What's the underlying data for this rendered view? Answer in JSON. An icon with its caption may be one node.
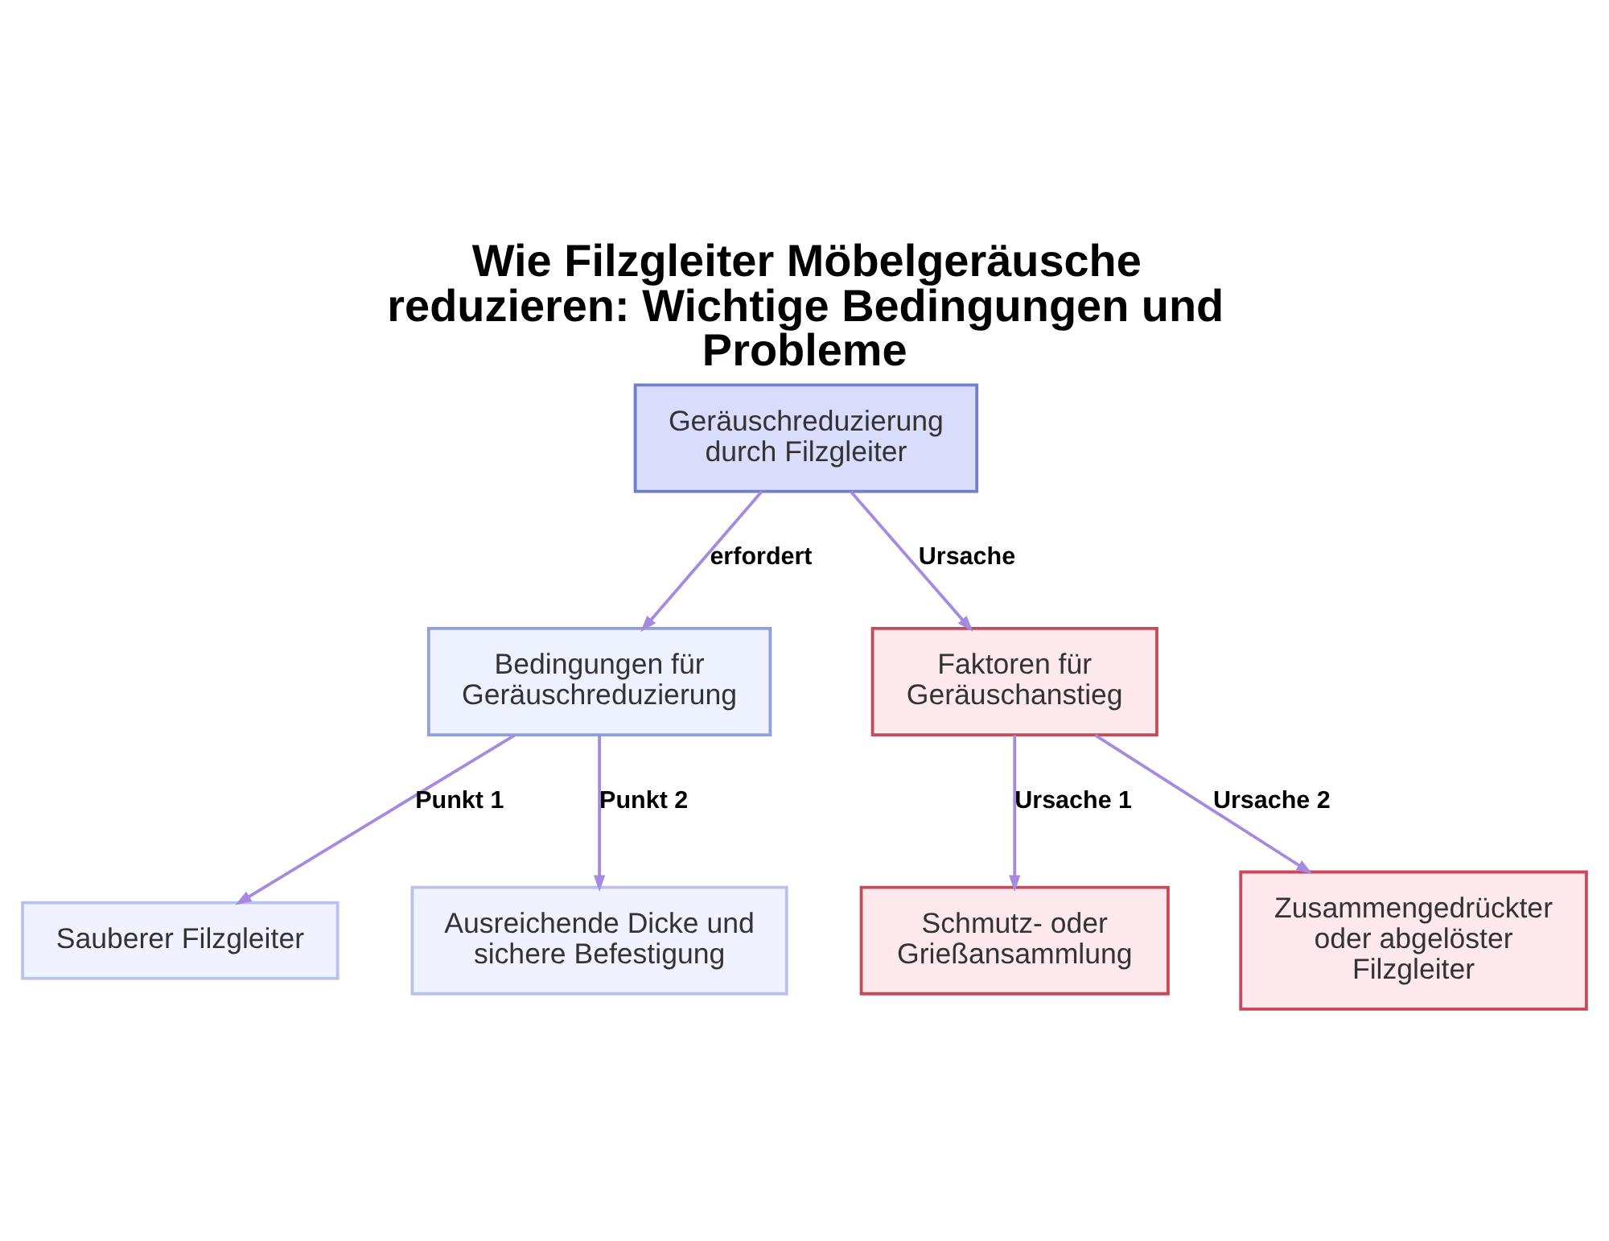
{
  "diagram": {
    "title": "Wie Filzgleiter Möbelgeräusche reduzieren: Wichtige Bedingungen und Probleme",
    "nodes": [
      {
        "text": [
          "Geräuschreduzierung durch Filzgleiter"
        ]
      },
      {
        "text": [
          "Bedingungen für Geräuschreduzierung"
        ]
      },
      {
        "text": [
          "Faktoren für Geräuschanstieg"
        ]
      },
      {
        "text": [
          "Sauberer Filzgleiter"
        ]
      },
      {
        "text": [
          "Ausreichende Dicke und sichere Befestigung"
        ]
      },
      {
        "text": [
          "Schmutz- oder Grießansammlung"
        ]
      },
      {
        "text": [
          "Zusammengedrückter oder abgelöster Filzgleiter"
        ]
      }
    ],
    "edges": [
      {
        "from": 0,
        "to": 1,
        "arrow": "to",
        "label": "erfordert"
      },
      {
        "from": 0,
        "to": 2,
        "arrow": "to",
        "label": "Ursache"
      },
      {
        "from": 1,
        "to": 3,
        "arrow": "to",
        "label": "Punkt 1"
      },
      {
        "from": 1,
        "to": 4,
        "arrow": "to",
        "label": "Punkt 2"
      },
      {
        "from": 2,
        "to": 5,
        "arrow": "to",
        "label": "Ursache 1"
      },
      {
        "from": 2,
        "to": 6,
        "arrow": "to",
        "label": "Ursache 2"
      }
    ]
  }
}
